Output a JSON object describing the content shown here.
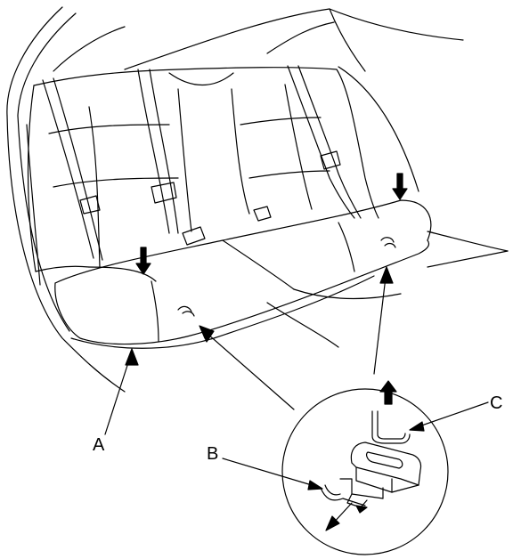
{
  "labels": {
    "a": "A",
    "b": "B",
    "c": "C"
  },
  "colors": {
    "line": "#000000",
    "background": "#ffffff",
    "shading": "#e6e6e6"
  }
}
